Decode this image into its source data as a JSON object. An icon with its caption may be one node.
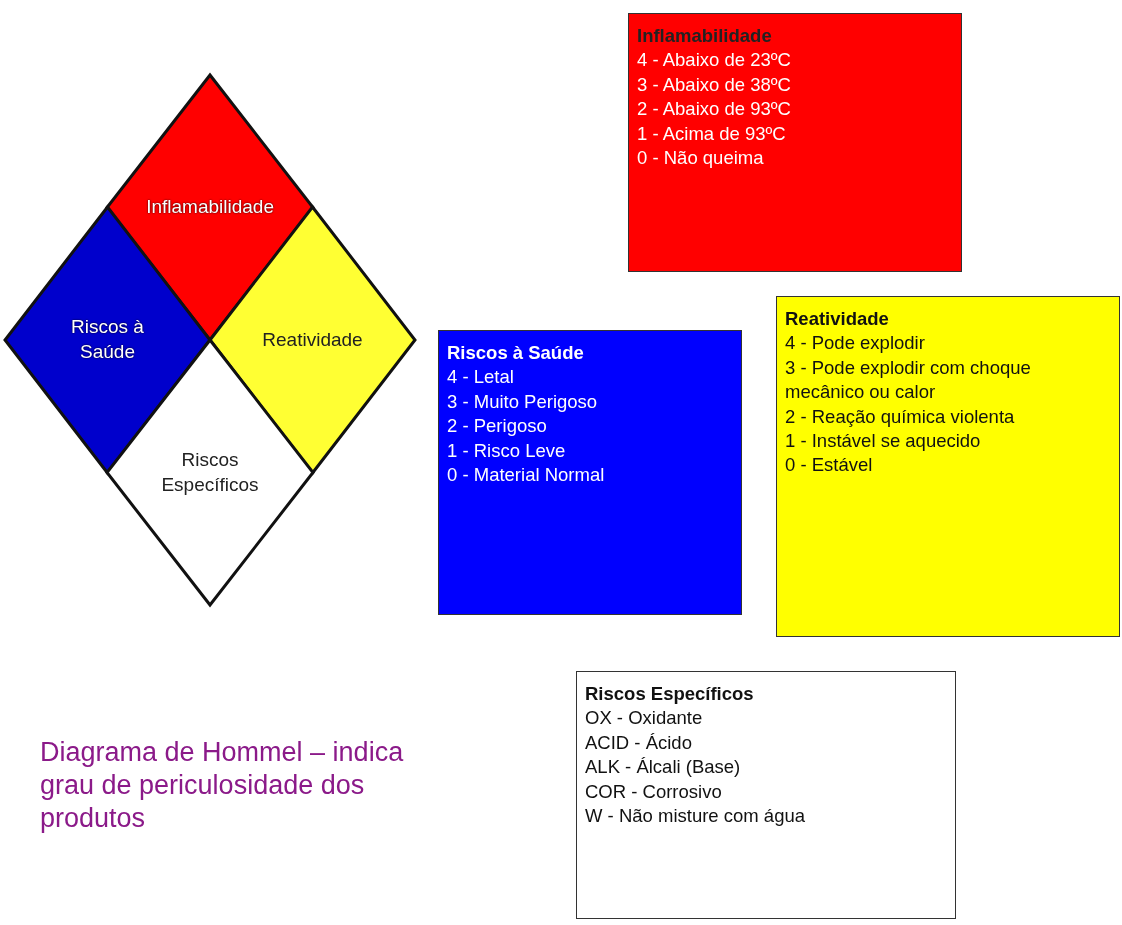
{
  "diagram": {
    "title": "Diagrama de Hommel – indica grau de periculosidade dos produtos",
    "nodes": [
      {
        "text": [
          "Inflamabilidade"
        ]
      },
      {
        "text": [
          "Riscos à Saúde"
        ]
      },
      {
        "text": [
          "Reatividade"
        ]
      },
      {
        "text": [
          "Riscos Específicos"
        ]
      },
      {
        "text": [
          "Inflamabilidade",
          "4 - Abaixo de 23ºC",
          "3 - Abaixo de 38ºC",
          "2 - Abaixo de 93ºC",
          "1 - Acima de 93ºC",
          "0 - Não queima"
        ]
      },
      {
        "text": [
          "Riscos à Saúde",
          "4 - Letal",
          "3 - Muito Perigoso",
          "2 - Perigoso",
          "1 - Risco Leve",
          "0 - Material Normal"
        ]
      },
      {
        "text": [
          "Reatividade",
          "4 - Pode explodir",
          "3 - Pode explodir com choque mecânico ou calor",
          "2 - Reação química violenta",
          "1 - Instável se aquecido",
          "0 - Estável"
        ]
      },
      {
        "text": [
          "Riscos Específicos",
          "OX - Oxidante",
          "ACID - Ácido",
          "ALK - Álcali (Base)",
          "COR - Corrosivo",
          "W - Não misture com água"
        ]
      }
    ]
  }
}
